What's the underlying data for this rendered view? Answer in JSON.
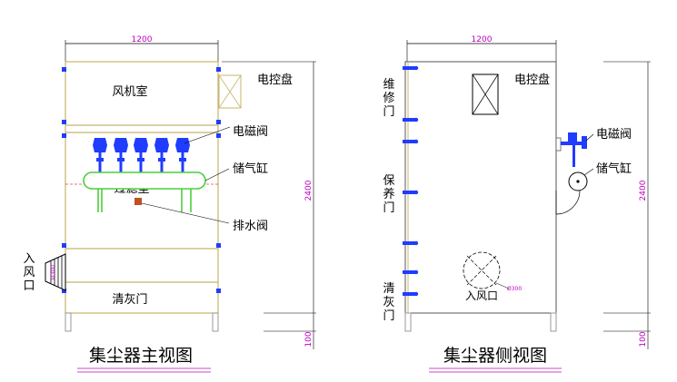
{
  "front_view": {
    "title": "集尘器主视图",
    "width_dim": "1200",
    "height_dim": "2400",
    "leg_dim": "100",
    "inlet_dia": "Ø300",
    "fan_room": "风机室",
    "filter_room": "过滤室",
    "ash_door": "清灰门",
    "control_panel": "电控盘",
    "solenoid_valve": "电磁阀",
    "air_tank": "储气缸",
    "drain_valve": "排水阀",
    "inlet_char1": "入",
    "inlet_char2": "风",
    "inlet_char3": "口"
  },
  "side_view": {
    "title": "集尘器侧视图",
    "width_dim": "1200",
    "height_dim": "2400",
    "leg_dim": "100",
    "inlet_dia": "Ø300",
    "control_panel": "电控盘",
    "solenoid_valve": "电磁阀",
    "air_tank": "储气缸",
    "inlet": "入风口",
    "maint_door_1": "维",
    "maint_door_2": "修",
    "maint_door_3": "门",
    "guard_door_1": "保",
    "guard_door_2": "养",
    "guard_door_3": "门",
    "ash_door_1": "清",
    "ash_door_2": "灰",
    "ash_door_3": "门"
  },
  "colors": {
    "outline": "#c8b46a",
    "dimension": "#c000c0",
    "valve": "#1f3cff",
    "tank": "#4ccf3a",
    "underline": "#d070d0"
  }
}
